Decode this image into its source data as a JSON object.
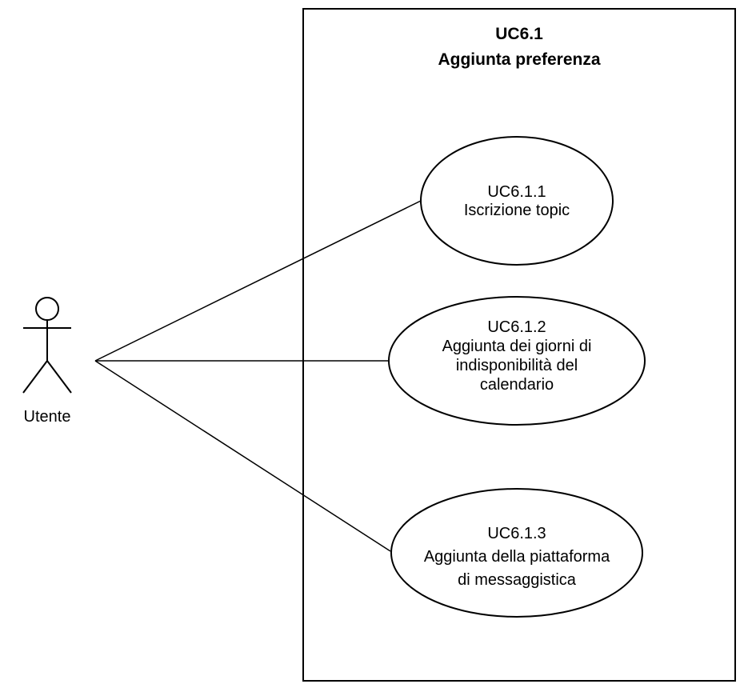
{
  "system": {
    "id": "UC6.1",
    "name": "Aggiunta preferenza"
  },
  "actor": {
    "name": "Utente"
  },
  "use_cases": [
    {
      "id": "UC6.1.1",
      "lines": [
        "Iscrizione topic"
      ]
    },
    {
      "id": "UC6.1.2",
      "lines": [
        "Aggiunta dei giorni di",
        "indisponibilità del",
        "calendario"
      ]
    },
    {
      "id": "UC6.1.3",
      "lines": [
        "Aggiunta della piattaforma",
        "di messaggistica"
      ]
    }
  ],
  "colors": {
    "stroke": "#000000",
    "fill": "#ffffff",
    "text": "#000000"
  }
}
